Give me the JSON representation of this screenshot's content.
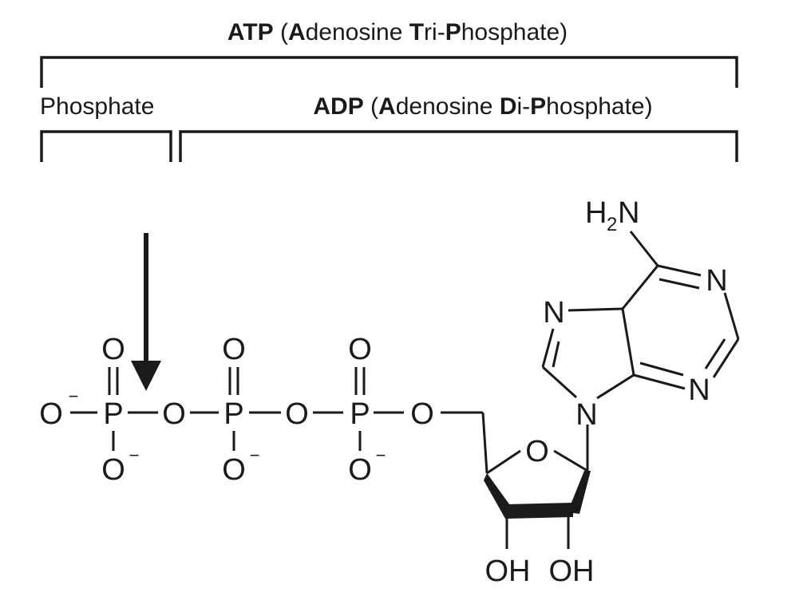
{
  "header": {
    "atp_bold": "ATP",
    "atp_open": " (",
    "atp_a": "A",
    "atp_rest1": "denosine ",
    "atp_t": "T",
    "atp_rest2": "ri-",
    "atp_p": "P",
    "atp_rest3": "hosphate)"
  },
  "phosphate_label": "Phosphate",
  "adp": {
    "adp_bold": "ADP",
    "adp_open": " (",
    "adp_a": "A",
    "adp_rest1": "denosine ",
    "adp_d": "D",
    "adp_rest2": "i-",
    "adp_p": "P",
    "adp_rest3": "hosphate)"
  },
  "atoms": {
    "O": "O",
    "P": "P",
    "N": "N",
    "H": "H",
    "two": "2",
    "minus": "−",
    "OH": "OH"
  }
}
